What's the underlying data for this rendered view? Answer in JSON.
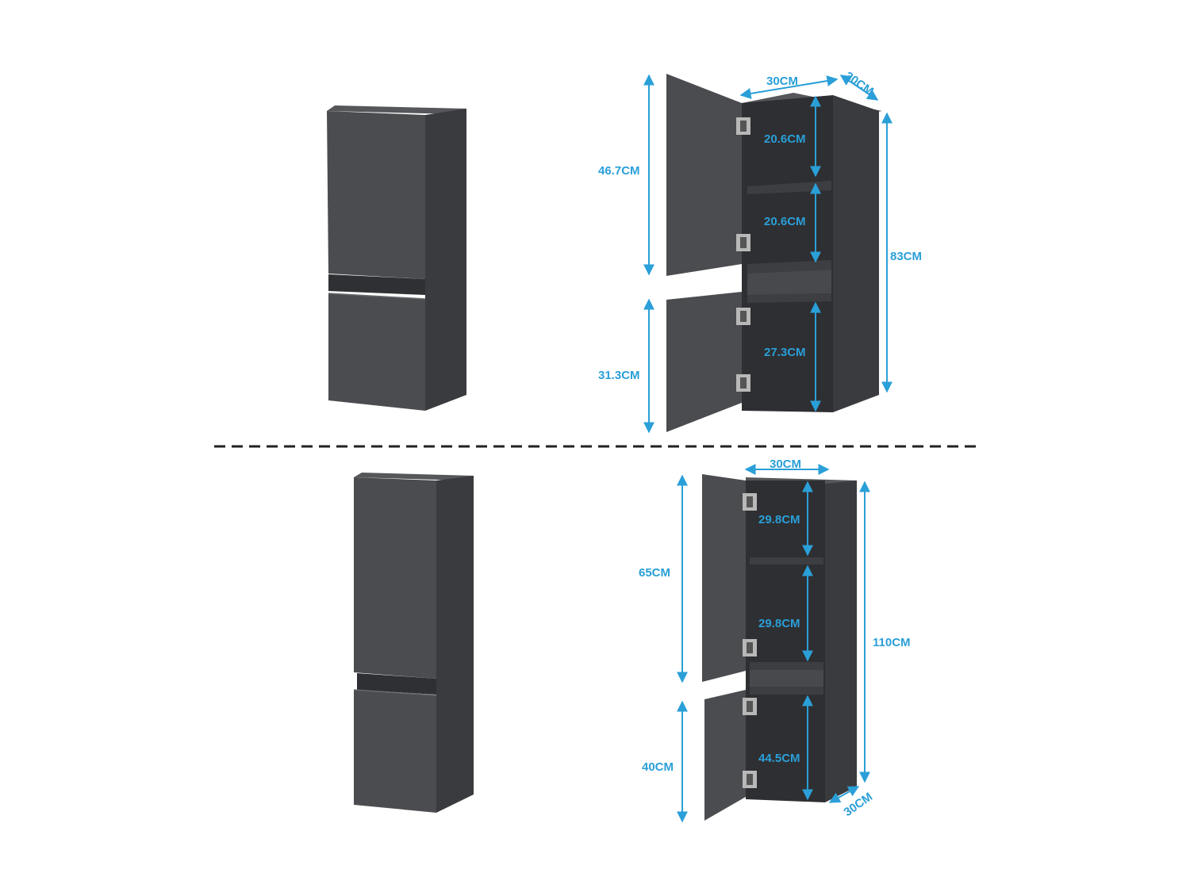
{
  "colors": {
    "accent": "#2a9fd8",
    "label": "#2a9fd8",
    "cabinet_front": "#4b4c4f",
    "cabinet_side": "#3a3b3e",
    "cabinet_top": "#56575a",
    "interior": "#2e2f32",
    "divider": "#222222"
  },
  "top_unit": {
    "door_upper_height": "46.7CM",
    "door_lower_height": "31.3CM",
    "width": "30CM",
    "depth": "30CM",
    "shelf_1_height": "20.6CM",
    "shelf_2_height": "20.6CM",
    "bottom_compartment_height": "27.3CM",
    "total_height": "83CM"
  },
  "bottom_unit": {
    "width": "30CM",
    "shelf_1_height": "29.8CM",
    "shelf_2_height": "29.8CM",
    "bottom_compartment_height": "44.5CM",
    "door_upper_height": "65CM",
    "door_lower_height": "40CM",
    "total_height": "110CM",
    "depth": "30CM"
  }
}
